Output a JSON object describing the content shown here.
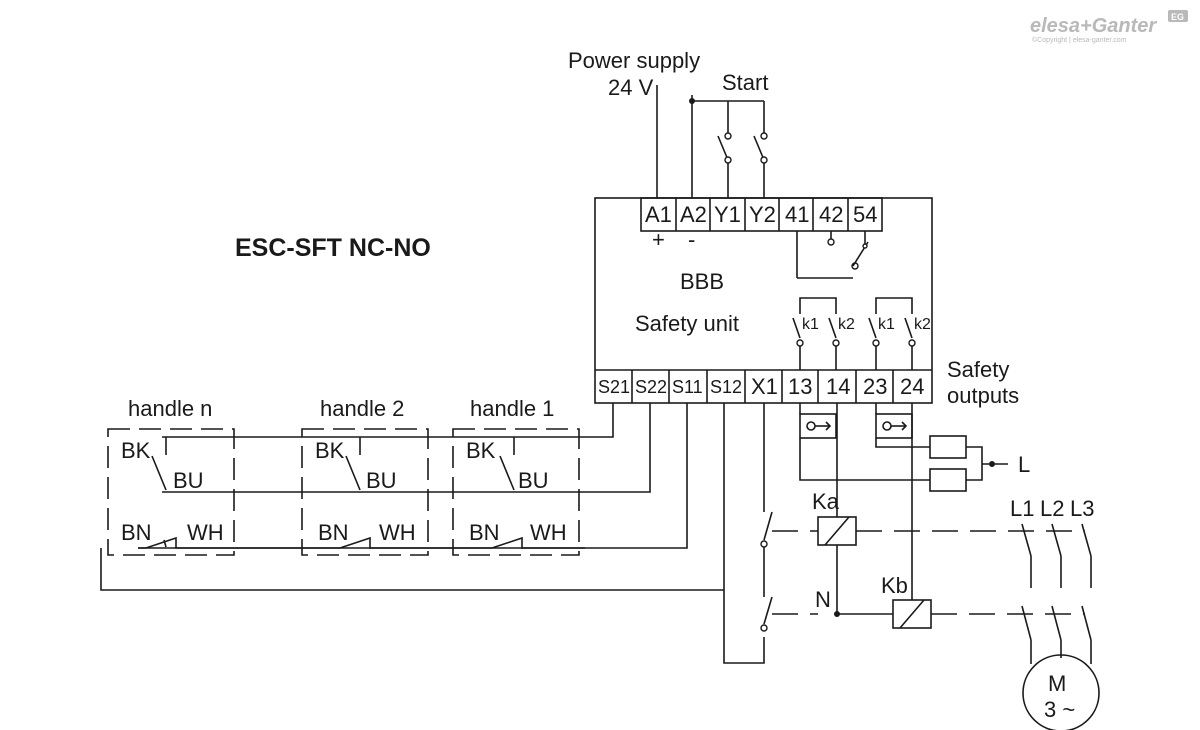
{
  "title": "ESC-SFT NC-NO",
  "logo": {
    "brand": "elesa+Ganter",
    "badge": "EG",
    "copyright": "©Copyright | elesa-ganter.com"
  },
  "power": {
    "label1": "Power supply",
    "label2": "24 V",
    "plus": "+",
    "minus": "-"
  },
  "start_label": "Start",
  "unit": {
    "name": "BBB",
    "label": "Safety unit"
  },
  "top_terminals": [
    "A1",
    "A2",
    "Y1",
    "Y2",
    "41",
    "42",
    "54"
  ],
  "bottom_terminals": [
    "S21",
    "S22",
    "S11",
    "S12",
    "X1",
    "13",
    "14",
    "23",
    "24"
  ],
  "contacts": [
    "k1",
    "k2",
    "k1",
    "k2"
  ],
  "safety_outputs": {
    "line1": "Safety",
    "line2": "outputs"
  },
  "handles": [
    {
      "name": "handle n",
      "nc_a": "BK",
      "nc_b": "BU",
      "no_a": "BN",
      "no_b": "WH"
    },
    {
      "name": "handle 2",
      "nc_a": "BK",
      "nc_b": "BU",
      "no_a": "BN",
      "no_b": "WH"
    },
    {
      "name": "handle 1",
      "nc_a": "BK",
      "nc_b": "BU",
      "no_a": "BN",
      "no_b": "WH"
    }
  ],
  "coils": {
    "a": "Ka",
    "b": "Kb"
  },
  "neutral": "N",
  "line_L": "L",
  "phases": [
    "L1",
    "L2",
    "L3"
  ],
  "motor": {
    "line1": "M",
    "line2": "3 ~"
  }
}
